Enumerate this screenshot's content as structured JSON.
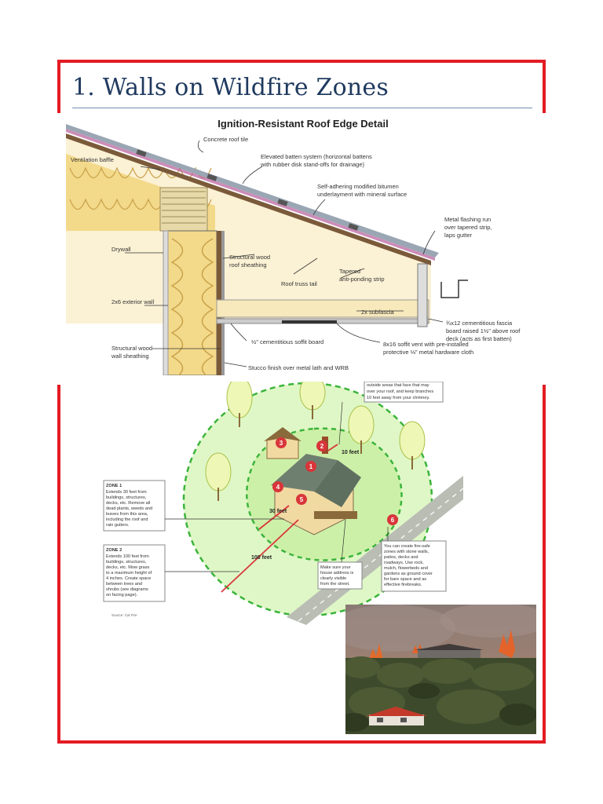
{
  "page": {
    "title": "1. Walls on Wildfire Zones"
  },
  "roof_detail": {
    "title": "Ignition-Resistant Roof Edge Detail",
    "labels": [
      "Concrete roof tile",
      "Ventilation baffle",
      "Elevated batten system (horizontal battens",
      "with rubber disk stand-offs for drainage)",
      "Self-adhering modified bitumen",
      "underlayment with mineral surface",
      "Metal flashing run",
      "over tapered strip,",
      "laps gutter",
      "Drywall",
      "Structural wood",
      "roof sheathing",
      "Tapered",
      "anti-ponding strip",
      "Roof truss tail",
      "2x6 exterior wall",
      "2x subfascia",
      "¾x12 cementitious fascia",
      "board raised 1½\" above roof",
      "deck (acts as first batten)",
      "Structural wood",
      "wall sheathing",
      "½\" cementitious soffit board",
      "8x16 soffit vent with pre-installed",
      "protective ⅛\" metal hardware cloth",
      "Stucco finish over metal lath and WRB"
    ]
  },
  "zones_diagram": {
    "top_callout": [
      "outside areas that face that may",
      "over your roof, and keep branches",
      "10 feet away from your chimney."
    ],
    "zone1": {
      "heading": "ZONE 1",
      "lines": [
        "Extends 30 feet from",
        "buildings, structures,",
        "decks, etc. Remove all",
        "dead plants, weeds and",
        "leaves from this area,",
        "including the roof and",
        "rain gutters."
      ]
    },
    "zone2": {
      "heading": "ZONE 2",
      "lines": [
        "Extends 100 feet from",
        "buildings, structures,",
        "decks, etc. Mow grass",
        "to a maximum height of",
        "4 inches. Create space",
        "between trees and",
        "shrubs (see diagrams",
        "on facing page)."
      ]
    },
    "address_note": [
      "Make sure your",
      "house address is",
      "clearly visible",
      "from the street."
    ],
    "firebreak_note": [
      "You can create fire-safe",
      "zones with stone walls,",
      "patios, decks and",
      "roadways. Use rock,",
      "mulch, flowerbeds and",
      "gardens as ground cover",
      "for bare space and as",
      "effective firebreaks."
    ],
    "dist_10": "10 feet",
    "dist_30": "30 feet",
    "dist_100": "100 feet",
    "source": "Source: Cal Fire",
    "markers": [
      "1",
      "2",
      "3",
      "4",
      "5",
      "6"
    ]
  },
  "colors": {
    "frame": "#e31b23",
    "title": "#1f3a5f",
    "zone_fill": "#d9f5b8",
    "zone_dash": "#3cb43c",
    "marker": "#d8363a"
  }
}
